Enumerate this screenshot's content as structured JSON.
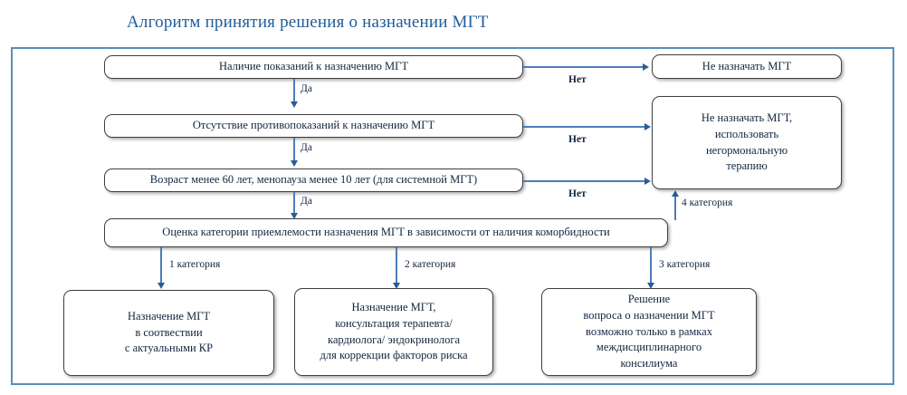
{
  "title": "Алгоритм принятия решения о назначении МГТ",
  "colors": {
    "title": "#1f5c99",
    "frame_border": "#5b8db8",
    "connector": "#4a7ebb",
    "arrow_head": "#2a5d93",
    "node_border": "#3f3f3f",
    "node_text": "#12263f",
    "node_fill": "#ffffff",
    "page_background": "#ffffff"
  },
  "nodes": {
    "indications": {
      "text": "Наличие показаний к назначению МГТ"
    },
    "contraindications": {
      "text": "Отсутствие противопоказаний к назначению МГТ"
    },
    "age_window": {
      "text": "Возраст менее 60 лет, менопауза менее 10 лет (для системной МГТ)"
    },
    "category_assessment": {
      "text": "Оценка категории приемлемости назначения МГТ в зависимости от наличия коморбидности"
    },
    "no_mht": {
      "text": "Не назначать МГТ"
    },
    "no_mht_nonhormonal": {
      "lines": [
        "Не назначать МГТ,",
        "использовать",
        "негормональную",
        "терапию"
      ]
    },
    "category1_outcome": {
      "lines": [
        "Назначение МГТ",
        "в соотвествии",
        "с актуальными КР"
      ]
    },
    "category2_outcome": {
      "lines": [
        "Назначение МГТ,",
        "консультация терапевта/",
        "кардиолога/ эндокринолога",
        "для коррекции факторов риска"
      ]
    },
    "category3_outcome": {
      "lines": [
        "Решение",
        "вопроса о назначении МГТ",
        "возможно только в рамках",
        "междисциплинарного",
        "консилиума"
      ]
    }
  },
  "edge_labels": {
    "yes_1": "Да",
    "yes_2": "Да",
    "yes_3": "Да",
    "no_1": "Нет",
    "no_2": "Нет",
    "no_3": "Нет",
    "category_1": "1 категория",
    "category_2": "2 категория",
    "category_3": "3 категория",
    "category_4": "4 категория"
  }
}
